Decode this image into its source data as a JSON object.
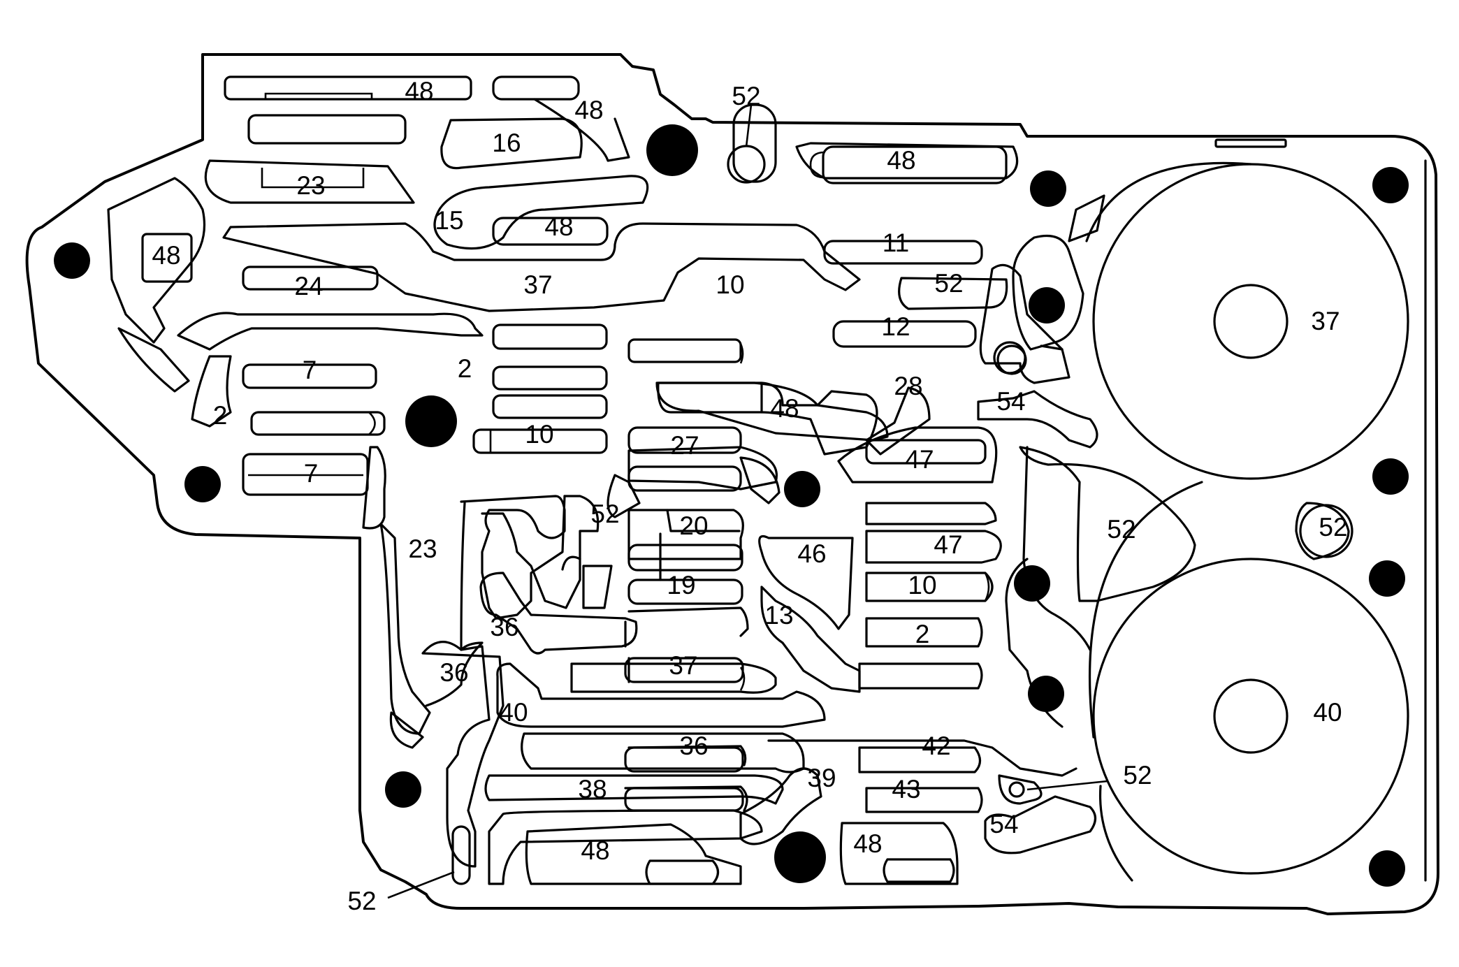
{
  "labels": [
    {
      "id": "l48a",
      "text": "48"
    },
    {
      "id": "l48b",
      "text": "48"
    },
    {
      "id": "l52a",
      "text": "52"
    },
    {
      "id": "l16",
      "text": "16"
    },
    {
      "id": "l48c",
      "text": "48"
    },
    {
      "id": "l23a",
      "text": "23"
    },
    {
      "id": "l15",
      "text": "15"
    },
    {
      "id": "l48d",
      "text": "48"
    },
    {
      "id": "l48e",
      "text": "48"
    },
    {
      "id": "l11",
      "text": "11"
    },
    {
      "id": "l24",
      "text": "24"
    },
    {
      "id": "l37a",
      "text": "37"
    },
    {
      "id": "l10a",
      "text": "10"
    },
    {
      "id": "l52b",
      "text": "52"
    },
    {
      "id": "l37b",
      "text": "37"
    },
    {
      "id": "l12",
      "text": "12"
    },
    {
      "id": "l7a",
      "text": "7"
    },
    {
      "id": "l2a",
      "text": "2"
    },
    {
      "id": "l28",
      "text": "28"
    },
    {
      "id": "l2b",
      "text": "2"
    },
    {
      "id": "l48f",
      "text": "48"
    },
    {
      "id": "l54a",
      "text": "54"
    },
    {
      "id": "l10b",
      "text": "10"
    },
    {
      "id": "l27",
      "text": "27"
    },
    {
      "id": "l47a",
      "text": "47"
    },
    {
      "id": "l7b",
      "text": "7"
    },
    {
      "id": "l52c",
      "text": "52"
    },
    {
      "id": "l20",
      "text": "20"
    },
    {
      "id": "l23b",
      "text": "23"
    },
    {
      "id": "l52d",
      "text": "52"
    },
    {
      "id": "l52e",
      "text": "52"
    },
    {
      "id": "l47b",
      "text": "47"
    },
    {
      "id": "l46",
      "text": "46"
    },
    {
      "id": "l19",
      "text": "19"
    },
    {
      "id": "l10c",
      "text": "10"
    },
    {
      "id": "l13",
      "text": "13"
    },
    {
      "id": "l36a",
      "text": "36"
    },
    {
      "id": "l2c",
      "text": "2"
    },
    {
      "id": "l36b",
      "text": "36"
    },
    {
      "id": "l37c",
      "text": "37"
    },
    {
      "id": "l40a",
      "text": "40"
    },
    {
      "id": "l40b",
      "text": "40"
    },
    {
      "id": "l36c",
      "text": "36"
    },
    {
      "id": "l42",
      "text": "42"
    },
    {
      "id": "l39",
      "text": "39"
    },
    {
      "id": "l52f",
      "text": "52"
    },
    {
      "id": "l38",
      "text": "38"
    },
    {
      "id": "l43",
      "text": "43"
    },
    {
      "id": "l54b",
      "text": "54"
    },
    {
      "id": "l48g",
      "text": "48"
    },
    {
      "id": "l48h",
      "text": "48"
    },
    {
      "id": "l52g",
      "text": "52"
    }
  ]
}
